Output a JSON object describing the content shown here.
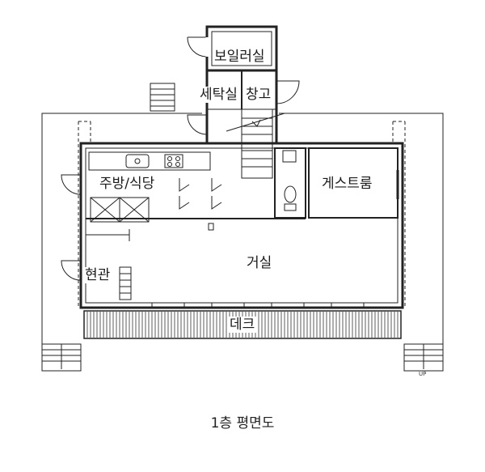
{
  "rooms": {
    "boiler": "보일러실",
    "laundry": "세탁실",
    "storage": "창고",
    "kitchen": "주방/식당",
    "guest": "게스트룸",
    "living": "거실",
    "entrance": "현관",
    "deck": "데크"
  },
  "stair_marker": "UP",
  "caption": "1층 평면도"
}
